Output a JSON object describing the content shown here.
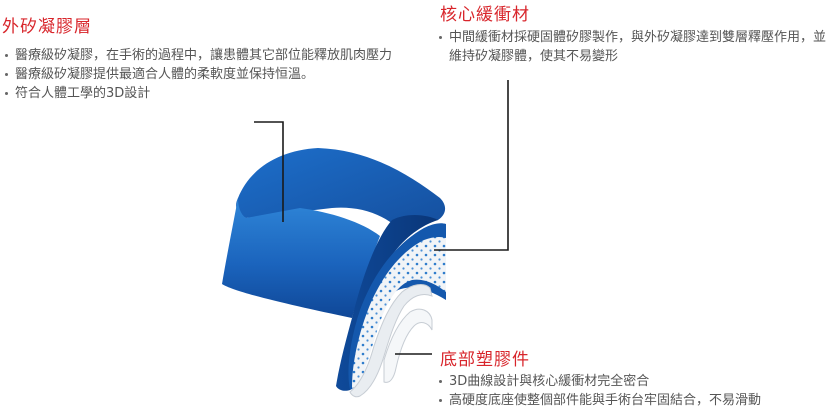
{
  "outer_layer": {
    "title": "外矽凝膠層",
    "points": [
      "醫療級矽凝膠，在手術的過程中，讓患體其它部位能釋放肌肉壓力",
      "醫療級矽凝膠提供最適合人體的柔軟度並保持恒溫。",
      "符合人體工學的3D設計"
    ]
  },
  "core_cushion": {
    "title": "核心緩衝材",
    "points": [
      "中間緩衝材採硬固體矽膠製作，與外矽凝膠達到雙層釋壓作用，並維持矽凝膠體，使其不易變形"
    ]
  },
  "plastic_base": {
    "title": "底部塑膠件",
    "points": [
      "3D曲線設計與核心緩衝材完全密合",
      "高硬度底座使整個部件能與手術台牢固結合，不易滑動"
    ]
  },
  "colors": {
    "title_red": "#d8252b",
    "gel_blue": "#1e6fc4",
    "gel_dark": "#0d3f8a",
    "core_white": "#f2f5f8",
    "dot_blue": "#2e7ccc",
    "leader_line": "#1a1a1a"
  }
}
